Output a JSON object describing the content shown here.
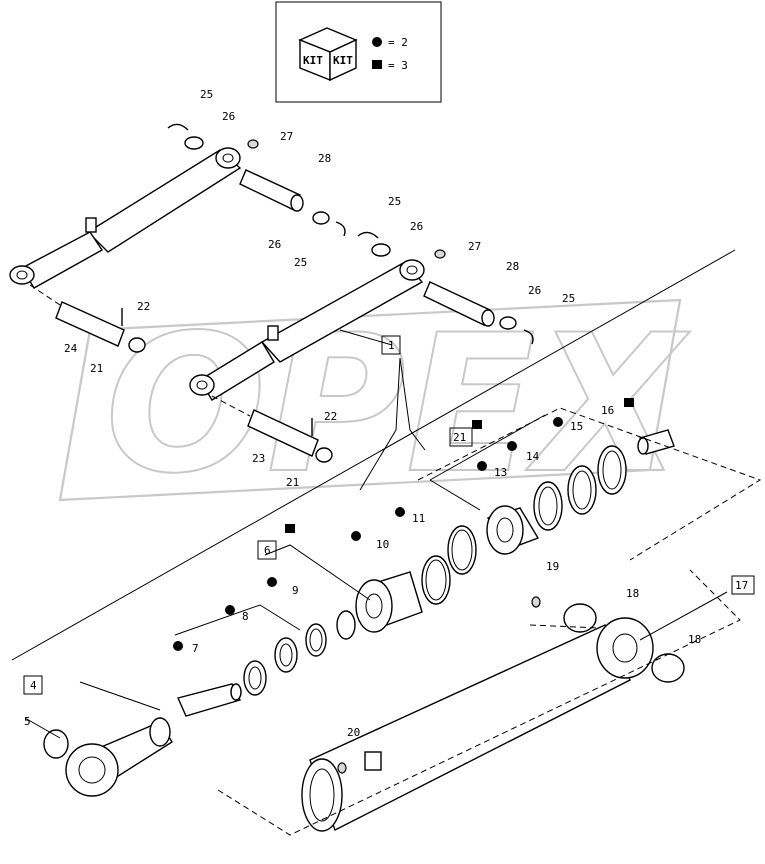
{
  "legend": {
    "kit_word_1": "KIT",
    "kit_word_2": "KIT",
    "circle_label": "= 2",
    "square_label": "= 3"
  },
  "watermark": {
    "text": "OPEX"
  },
  "callouts": {
    "c25a": "25",
    "c26a": "26",
    "c27a": "27",
    "c28a": "28",
    "c26b": "26",
    "c25b": "25",
    "c25c": "25",
    "c26c": "26",
    "c27b": "27",
    "c28b": "28",
    "c26d": "26",
    "c25d": "25",
    "c22a": "22",
    "c24": "24",
    "c21a": "21",
    "c22b": "22",
    "c23": "23",
    "c21b": "21",
    "c1": "1",
    "c21box": "21",
    "c16": "16",
    "c15": "15",
    "c14": "14",
    "c13": "13",
    "c11": "11",
    "c10": "10",
    "c9": "9",
    "c8": "8",
    "c7": "7",
    "c6": "6",
    "c19": "19",
    "c18a": "18",
    "c17": "17",
    "c18b": "18",
    "c4": "4",
    "c5": "5",
    "c20": "20"
  }
}
